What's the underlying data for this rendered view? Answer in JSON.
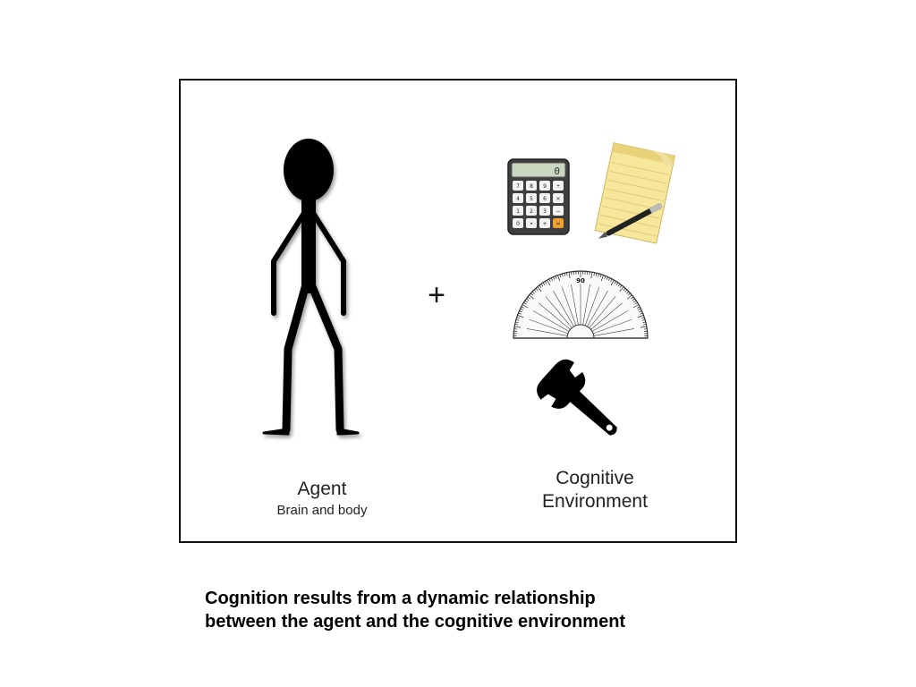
{
  "agent": {
    "title": "Agent",
    "subtitle": "Brain and body",
    "icon": "stick-figure-icon"
  },
  "operator": "+",
  "environment": {
    "label_line1": "Cognitive",
    "label_line2": "Environment",
    "items": [
      {
        "icon": "calculator-icon",
        "display": "0",
        "keys": [
          "7",
          "8",
          "9",
          "÷",
          "4",
          "5",
          "6",
          "×",
          "1",
          "2",
          "3",
          "−",
          "0",
          "•",
          "+",
          "="
        ]
      },
      {
        "icon": "notepad-pen-icon"
      },
      {
        "icon": "protractor-icon",
        "top_mark": "90"
      },
      {
        "icon": "wrench-icon"
      }
    ]
  },
  "caption": {
    "line1": "Cognition results from a dynamic relationship",
    "line2": "between the agent and the cognitive environment"
  },
  "colors": {
    "frame": "#111111",
    "calculator_body": "#4a4a4a",
    "calculator_screen": "#c9d6c0",
    "calculator_equals": "#f0a030",
    "notepad": "#f7e79a"
  }
}
